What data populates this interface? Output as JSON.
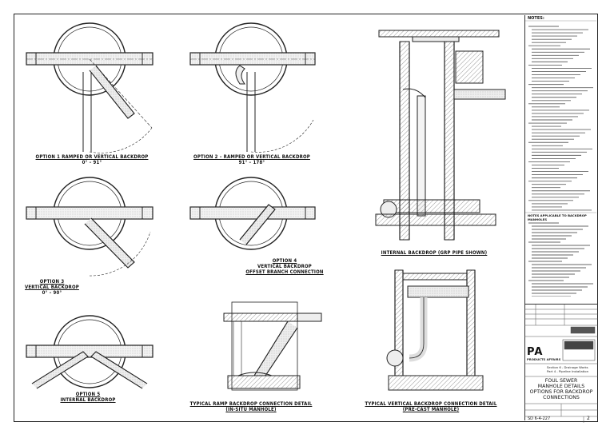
{
  "captions": {
    "opt1": {
      "title": "OPTION 1 RAMPED OR VERTICAL BACKDROP",
      "angle": "0° – 91°"
    },
    "opt2": {
      "title": "OPTION 2 – RAMPED OR VERTICAL BACKDROP",
      "angle": "91° – 178°"
    },
    "opt3": {
      "title": "OPTION 3",
      "sub": "VERTICAL BACKDROP",
      "angle": "0° – 90°"
    },
    "opt4": {
      "title": "OPTION 4",
      "sub": "VERTICAL BACKDROP",
      "sub2": "OFFSET BRANCH CONNECTION"
    },
    "opt5": {
      "title": "OPTION 5",
      "sub": "INTERNAL BACKDROP"
    },
    "ramp": {
      "title": "TYPICAL RAMP BACKDROP CONNECTION DETAIL",
      "sub": "(IN-SITU MANHOLE)"
    },
    "vert": {
      "title": "TYPICAL VERTICAL BACKDROP CONNECTION DETAIL",
      "sub": "(PRE-CAST MANHOLE)"
    },
    "internal": {
      "title": "INTERNAL BACKDROP (GRP PIPE SHOWN)"
    }
  },
  "notes": {
    "heading": "NOTES:",
    "sub_heading": "NOTES APPLICABLE TO BACKDROP MANHOLES"
  },
  "title_block": {
    "org": "PA",
    "org_sub": "PRODUCTS AFFAIRS",
    "section": "Section 6 - Drainage Works",
    "part": "Part 4 - Pipeline Installation",
    "title_lines": [
      "FOUL SEWER",
      "MANHOLE DETAILS",
      "OPTIONS FOR BACKDROP",
      "CONNECTIONS"
    ],
    "drawing_no": "SD 6-4-227",
    "revision": "2"
  }
}
